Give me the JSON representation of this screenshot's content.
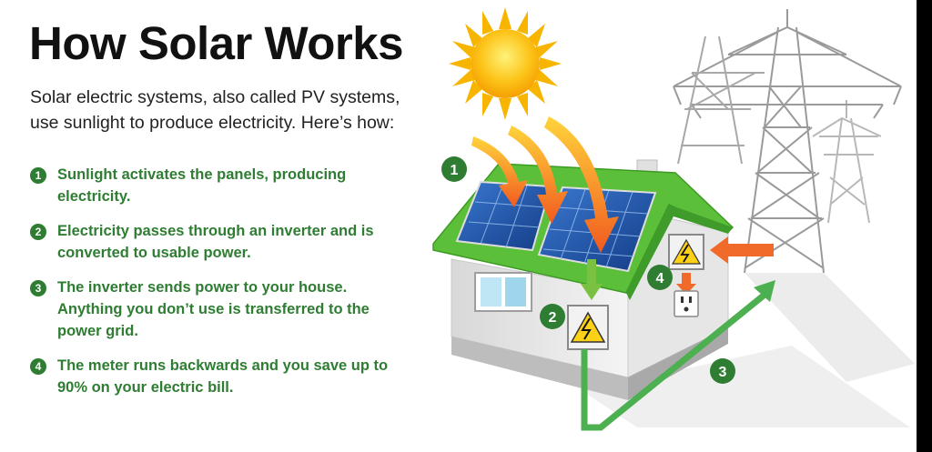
{
  "header": {
    "title": "How Solar Works",
    "intro": "Solar electric systems, also called PV systems, use sunlight to produce electricity.  Here’s how:"
  },
  "steps": [
    {
      "number": "1",
      "text": "Sunlight activates the panels, producing electricity."
    },
    {
      "number": "2",
      "text": "Electricity passes through an inverter and is converted to usable power."
    },
    {
      "number": "3",
      "text": "The inverter sends power to your house. Anything you don’t use is transferred to the power grid."
    },
    {
      "number": "4",
      "text": "The meter runs backwards and you save up to 90% on your electric bill."
    }
  ],
  "diagram": {
    "markers": [
      "1",
      "2",
      "3",
      "4"
    ],
    "icons": [
      "sun-icon",
      "solar-panel-icon",
      "house-icon",
      "inverter-icon",
      "meter-icon",
      "outlet-icon",
      "power-tower-icon"
    ],
    "colors": {
      "green": "#2e7d32",
      "roof_green": "#5cbf3a",
      "arrow_orange": "#f26a2a",
      "sun_yellow": "#fcb813",
      "panel_blue": "#1e4fa0",
      "tower_gray": "#8a8a8a"
    }
  }
}
